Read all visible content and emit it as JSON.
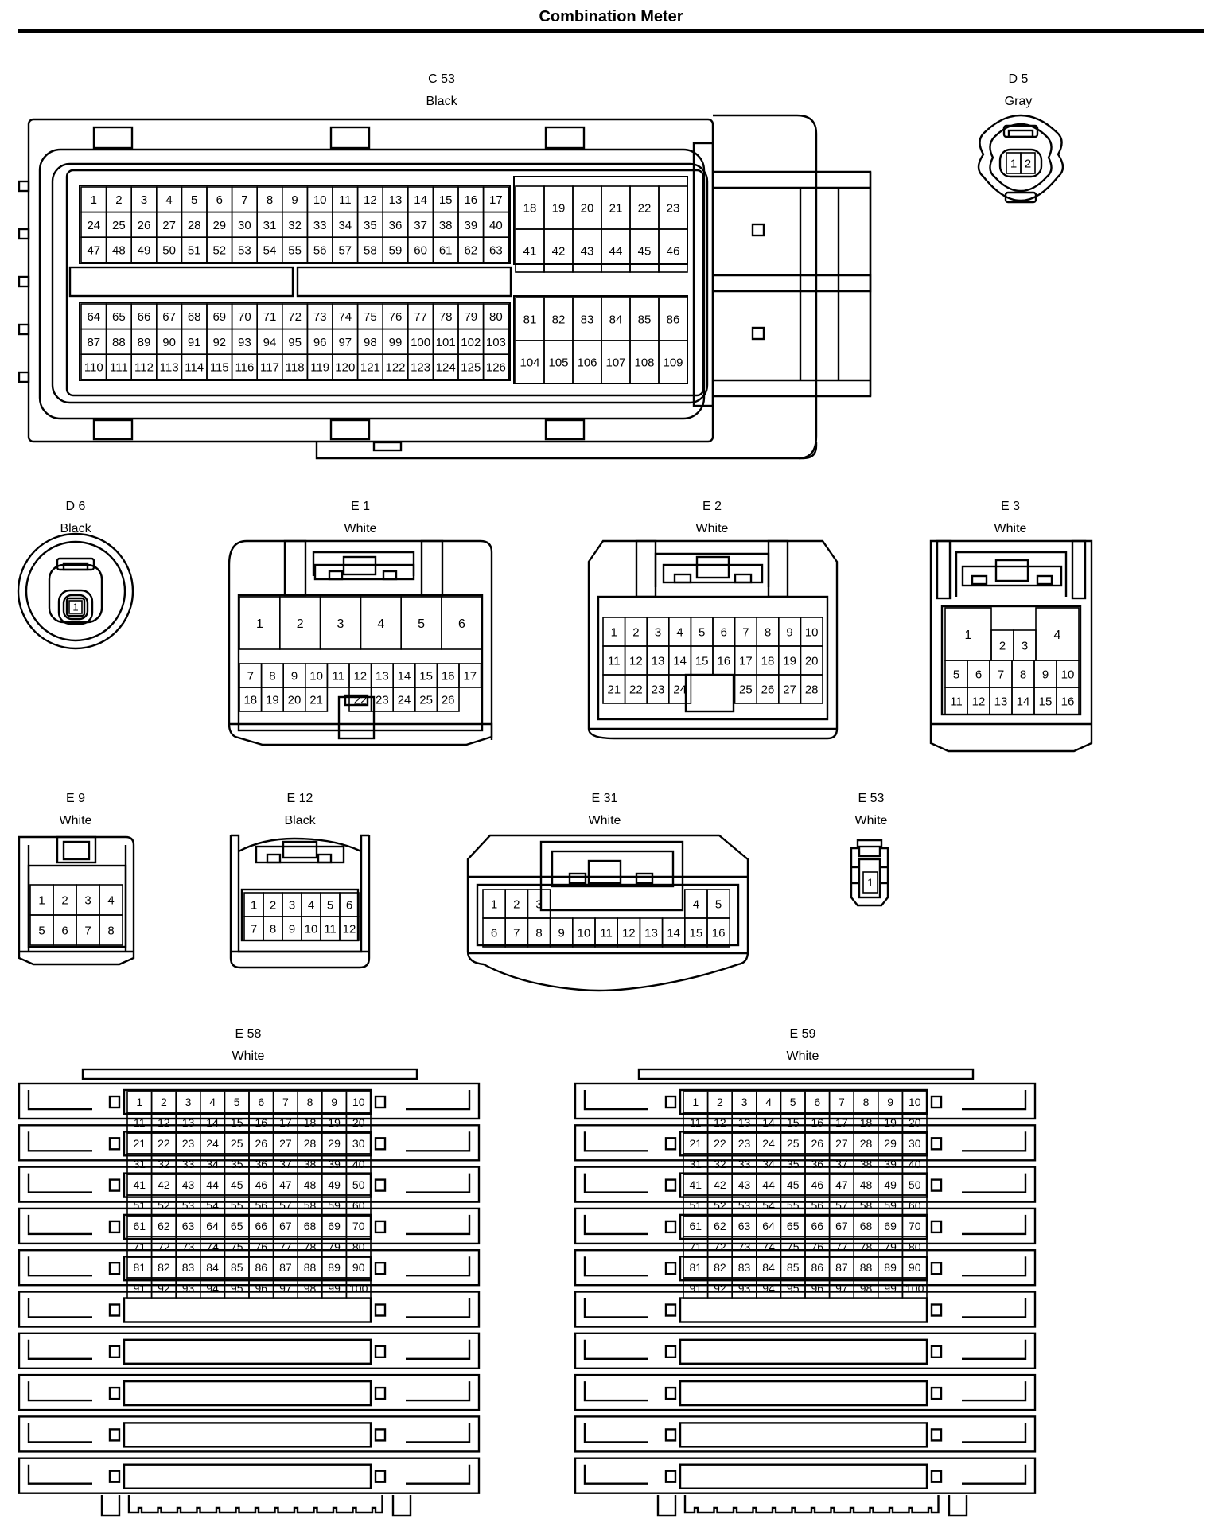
{
  "title": "Combination Meter",
  "connectors": {
    "C53": {
      "id": "C 53",
      "color": "Black"
    },
    "D5": {
      "id": "D 5",
      "color": "Gray"
    },
    "D6": {
      "id": "D 6",
      "color": "Black"
    },
    "E1": {
      "id": "E 1",
      "color": "White"
    },
    "E2": {
      "id": "E 2",
      "color": "White"
    },
    "E3": {
      "id": "E 3",
      "color": "White"
    },
    "E9": {
      "id": "E 9",
      "color": "White"
    },
    "E12": {
      "id": "E 12",
      "color": "Black"
    },
    "E31": {
      "id": "E 31",
      "color": "White"
    },
    "E53": {
      "id": "E 53",
      "color": "White"
    },
    "E58": {
      "id": "E 58",
      "color": "White"
    },
    "E59": {
      "id": "E 59",
      "color": "White"
    }
  },
  "pin_grids": {
    "C53": [
      {
        "rows": [
          [
            "1",
            "2",
            "3",
            "4",
            "5",
            "6",
            "7",
            "8",
            "9",
            "10",
            "11",
            "12",
            "13",
            "14",
            "15",
            "16",
            "17"
          ],
          [
            "24",
            "25",
            "26",
            "27",
            "28",
            "29",
            "30",
            "31",
            "32",
            "33",
            "34",
            "35",
            "36",
            "37",
            "38",
            "39",
            "40"
          ],
          [
            "47",
            "48",
            "49",
            "50",
            "51",
            "52",
            "53",
            "54",
            "55",
            "56",
            "57",
            "58",
            "59",
            "60",
            "61",
            "62",
            "63"
          ]
        ]
      },
      {
        "rows": [
          [
            "18",
            "19",
            "20",
            "21",
            "22",
            "23"
          ],
          [
            "41",
            "42",
            "43",
            "44",
            "45",
            "46"
          ]
        ]
      },
      {
        "rows": [
          [
            "64",
            "65",
            "66",
            "67",
            "68",
            "69",
            "70",
            "71",
            "72",
            "73",
            "74",
            "75",
            "76",
            "77",
            "78",
            "79",
            "80"
          ],
          [
            "87",
            "88",
            "89",
            "90",
            "91",
            "92",
            "93",
            "94",
            "95",
            "96",
            "97",
            "98",
            "99",
            "100",
            "101",
            "102",
            "103"
          ],
          [
            "110",
            "111",
            "112",
            "113",
            "114",
            "115",
            "116",
            "117",
            "118",
            "119",
            "120",
            "121",
            "122",
            "123",
            "124",
            "125",
            "126"
          ]
        ]
      },
      {
        "rows": [
          [
            "81",
            "82",
            "83",
            "84",
            "85",
            "86"
          ],
          [
            "104",
            "105",
            "106",
            "107",
            "108",
            "109"
          ]
        ]
      }
    ],
    "D5": [
      "1",
      "2"
    ],
    "D6": [
      "1"
    ],
    "E1": [
      [
        "1",
        "2",
        "3",
        "4",
        "5",
        "6"
      ],
      [
        "7",
        "8",
        "9",
        "10",
        "11",
        "12",
        "13",
        "14",
        "15",
        "16",
        "17"
      ],
      [
        "18",
        "19",
        "20",
        "21",
        "",
        "22",
        "23",
        "24",
        "25",
        "26"
      ]
    ],
    "E2": [
      [
        "1",
        "2",
        "3",
        "4",
        "5",
        "6",
        "7",
        "8",
        "9",
        "10"
      ],
      [
        "11",
        "12",
        "13",
        "14",
        "15",
        "16",
        "17",
        "18",
        "19",
        "20"
      ],
      [
        "21",
        "22",
        "23",
        "24",
        "",
        "",
        "25",
        "26",
        "27",
        "28"
      ]
    ],
    "E3": [
      [
        "1",
        "2",
        "3",
        "4"
      ],
      [
        "5",
        "6",
        "7",
        "8",
        "9",
        "10"
      ],
      [
        "11",
        "12",
        "13",
        "14",
        "15",
        "16"
      ]
    ],
    "E9": [
      [
        "1",
        "2",
        "3",
        "4"
      ],
      [
        "5",
        "6",
        "7",
        "8"
      ]
    ],
    "E12": [
      [
        "1",
        "2",
        "3",
        "4",
        "5",
        "6"
      ],
      [
        "7",
        "8",
        "9",
        "10",
        "11",
        "12"
      ]
    ],
    "E31": [
      [
        "1",
        "2",
        "3",
        "",
        "",
        "",
        "",
        "",
        "",
        "4",
        "5"
      ],
      [
        "6",
        "7",
        "8",
        "9",
        "10",
        "11",
        "12",
        "13",
        "14",
        "15",
        "16"
      ]
    ],
    "E53": [
      "1"
    ],
    "E58": [
      [
        "1",
        "2",
        "3",
        "4",
        "5",
        "6",
        "7",
        "8",
        "9",
        "10"
      ],
      [
        "11",
        "12",
        "13",
        "14",
        "15",
        "16",
        "17",
        "18",
        "19",
        "20"
      ],
      [
        "21",
        "22",
        "23",
        "24",
        "25",
        "26",
        "27",
        "28",
        "29",
        "30"
      ],
      [
        "31",
        "32",
        "33",
        "34",
        "35",
        "36",
        "37",
        "38",
        "39",
        "40"
      ],
      [
        "41",
        "42",
        "43",
        "44",
        "45",
        "46",
        "47",
        "48",
        "49",
        "50"
      ],
      [
        "51",
        "52",
        "53",
        "54",
        "55",
        "56",
        "57",
        "58",
        "59",
        "60"
      ],
      [
        "61",
        "62",
        "63",
        "64",
        "65",
        "66",
        "67",
        "68",
        "69",
        "70"
      ],
      [
        "71",
        "72",
        "73",
        "74",
        "75",
        "76",
        "77",
        "78",
        "79",
        "80"
      ],
      [
        "81",
        "82",
        "83",
        "84",
        "85",
        "86",
        "87",
        "88",
        "89",
        "90"
      ],
      [
        "91",
        "92",
        "93",
        "94",
        "95",
        "96",
        "97",
        "98",
        "99",
        "100"
      ]
    ],
    "E59": [
      [
        "1",
        "2",
        "3",
        "4",
        "5",
        "6",
        "7",
        "8",
        "9",
        "10"
      ],
      [
        "11",
        "12",
        "13",
        "14",
        "15",
        "16",
        "17",
        "18",
        "19",
        "20"
      ],
      [
        "21",
        "22",
        "23",
        "24",
        "25",
        "26",
        "27",
        "28",
        "29",
        "30"
      ],
      [
        "31",
        "32",
        "33",
        "34",
        "35",
        "36",
        "37",
        "38",
        "39",
        "40"
      ],
      [
        "41",
        "42",
        "43",
        "44",
        "45",
        "46",
        "47",
        "48",
        "49",
        "50"
      ],
      [
        "51",
        "52",
        "53",
        "54",
        "55",
        "56",
        "57",
        "58",
        "59",
        "60"
      ],
      [
        "61",
        "62",
        "63",
        "64",
        "65",
        "66",
        "67",
        "68",
        "69",
        "70"
      ],
      [
        "71",
        "72",
        "73",
        "74",
        "75",
        "76",
        "77",
        "78",
        "79",
        "80"
      ],
      [
        "81",
        "82",
        "83",
        "84",
        "85",
        "86",
        "87",
        "88",
        "89",
        "90"
      ],
      [
        "91",
        "92",
        "93",
        "94",
        "95",
        "96",
        "97",
        "98",
        "99",
        "100"
      ]
    ]
  }
}
